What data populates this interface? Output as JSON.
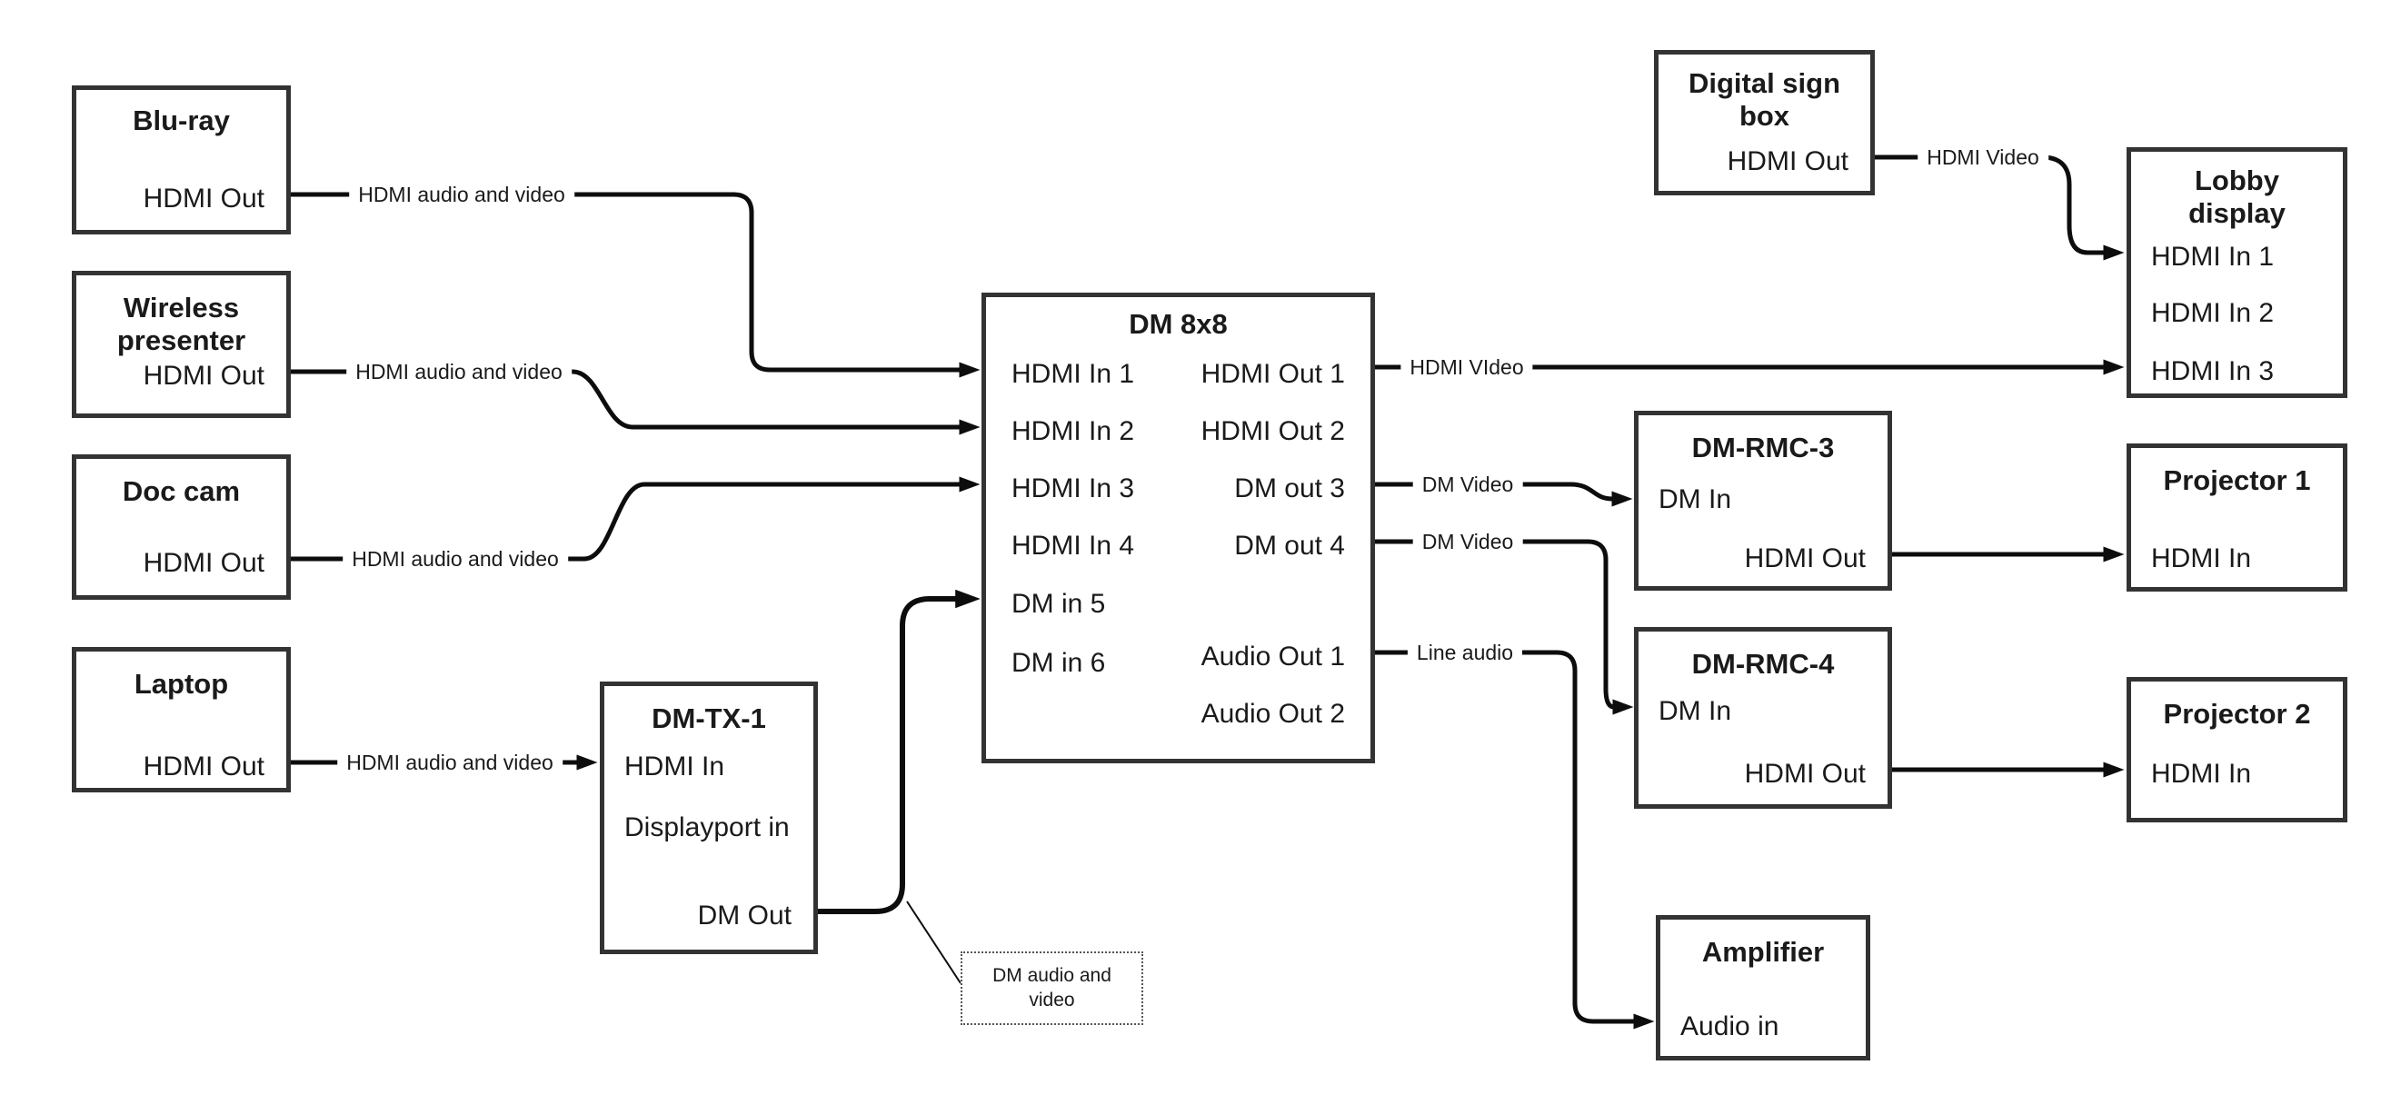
{
  "nodes": {
    "bluray": {
      "title": "Blu-ray",
      "hdmi_out": "HDMI Out"
    },
    "wireless": {
      "title": "Wireless\npresenter",
      "hdmi_out": "HDMI Out"
    },
    "doccam": {
      "title": "Doc cam",
      "hdmi_out": "HDMI Out"
    },
    "laptop": {
      "title": "Laptop",
      "hdmi_out": "HDMI Out"
    },
    "dmtx1": {
      "title": "DM-TX-1",
      "hdmi_in": "HDMI In",
      "displayport_in": "Displayport in",
      "dm_out": "DM Out"
    },
    "dm8x8": {
      "title": "DM 8x8",
      "hdmi_in_1": "HDMI In 1",
      "hdmi_in_2": "HDMI In 2",
      "hdmi_in_3": "HDMI In 3",
      "hdmi_in_4": "HDMI In 4",
      "dm_in_5": "DM in 5",
      "dm_in_6": "DM in 6",
      "hdmi_out_1": "HDMI Out 1",
      "hdmi_out_2": "HDMI Out 2",
      "dm_out_3": "DM out 3",
      "dm_out_4": "DM out 4",
      "audio_out_1": "Audio Out 1",
      "audio_out_2": "Audio Out 2"
    },
    "digital_sign": {
      "title": "Digital sign\nbox",
      "hdmi_out": "HDMI Out"
    },
    "lobby": {
      "title": "Lobby\ndisplay",
      "hdmi_in_1": "HDMI In 1",
      "hdmi_in_2": "HDMI In 2",
      "hdmi_in_3": "HDMI In 3"
    },
    "rmc3": {
      "title": "DM-RMC-3",
      "dm_in": "DM In",
      "hdmi_out": "HDMI Out"
    },
    "rmc4": {
      "title": "DM-RMC-4",
      "dm_in": "DM In",
      "hdmi_out": "HDMI Out"
    },
    "proj1": {
      "title": "Projector 1",
      "hdmi_in": "HDMI In"
    },
    "proj2": {
      "title": "Projector 2",
      "hdmi_in": "HDMI In"
    },
    "amp": {
      "title": "Amplifier",
      "audio_in": "Audio in"
    }
  },
  "edge_labels": {
    "bluray": "HDMI audio and video",
    "wireless": "HDMI audio and video",
    "doccam": "HDMI audio and video",
    "laptop": "HDMI audio and video",
    "hdmi_video_main": "HDMI VIdeo",
    "dm_video_3": "DM Video",
    "dm_video_4": "DM Video",
    "line_audio": "Line audio",
    "hdmi_video_sign": "HDMI Video"
  },
  "callout": {
    "text": "DM audio and\nvideo"
  },
  "colors": {
    "line": "#0d0d0d",
    "border": "#333333",
    "text": "#1a1a1a",
    "background": "#ffffff"
  }
}
